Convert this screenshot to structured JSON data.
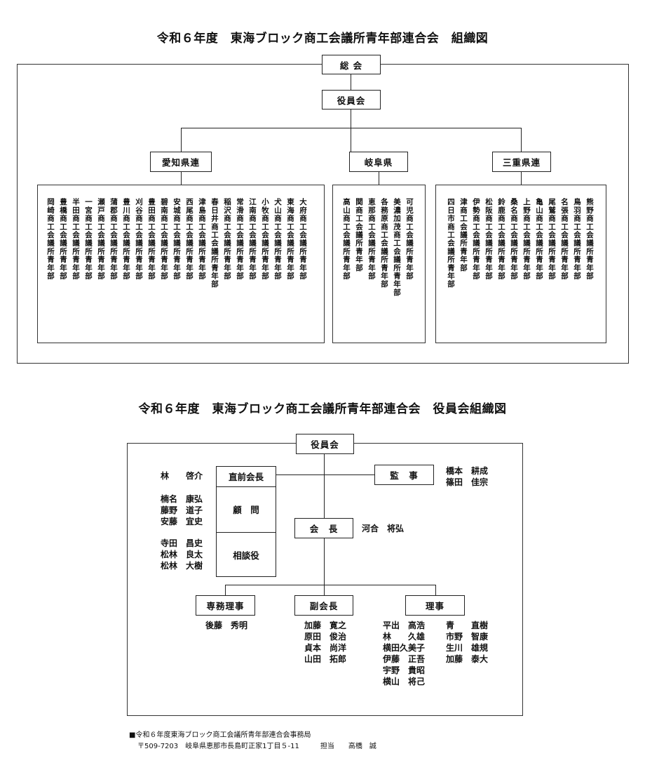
{
  "org_title": "令和６年度　東海ブロック商工会議所青年部連合会　組織図",
  "org": {
    "general_assembly": "総 会",
    "board": "役員会",
    "aichi": {
      "label": "愛知県連",
      "members": [
        "大府商工会議所青年部",
        "東海商工会議所青年部",
        "犬山商工会議所青年部",
        "小牧商工会議所青年部",
        "江南商工会議所青年部",
        "常滑商工会議所青年部",
        "稲沢商工会議所青年部",
        "春日井商工会議所青年部",
        "津島商工会議所青年部",
        "西尾商工会議所青年部",
        "安城商工会議所青年部",
        "碧南商工会議所青年部",
        "豊田商工会議所青年部",
        "刈谷商工会議所青年部",
        "豊川商工会議所青年部",
        "蒲郡商工会議所青年部",
        "瀬戸商工会議所青年部",
        "一宮商工会議所青年部",
        "半田商工会議所青年部",
        "豊橋商工会議所青年部",
        "岡崎商工会議所青年部"
      ]
    },
    "gifu": {
      "label": "岐阜県",
      "members": [
        "可児商工会議所青年部",
        "美濃加茂商工会議所青年部",
        "各務原商工会議所青年部",
        "恵那商工会議所青年部",
        "関商工会議所青年部",
        "高山商工会議所青年部"
      ]
    },
    "mie": {
      "label": "三重県連",
      "members": [
        "熊野商工会議所青年部",
        "鳥羽商工会議所青年部",
        "名張商工会議所青年部",
        "尾鷲商工会議所青年部",
        "亀山商工会議所青年部",
        "上野商工会議所青年部",
        "桑名商工会議所青年部",
        "鈴鹿商工会議所青年部",
        "松阪商工会議所青年部",
        "伊勢商工会議所青年部",
        "津商工会議所青年部",
        "四日市商工会議所青年部"
      ]
    }
  },
  "board_title": "令和６年度　東海ブロック商工会議所青年部連合会　役員会組織図",
  "board": {
    "top": "役員会",
    "immediate_past": {
      "label": "直前会長",
      "names": "林　　啓介"
    },
    "advisor": {
      "label": "顧　問",
      "names": "楠名　康弘\n藤野　道子\n安藤　宜史"
    },
    "counselor": {
      "label": "相談役",
      "names": "寺田　昌史\n松林　良太\n松林　大樹"
    },
    "auditor": {
      "label": "監　事",
      "names": "橋本　耕成\n篠田　佳宗"
    },
    "president": {
      "label": "会　長",
      "names": "河合　将弘"
    },
    "executive_director": {
      "label": "専務理事",
      "names": "後藤　秀明"
    },
    "vice_presidents": {
      "label": "副会長",
      "names": "加藤　寛之\n原田　俊治\n貞本　尚洋\n山田　拓郎"
    },
    "directors": {
      "label": "理事",
      "names_col1": "平出　高浩\n林　　久雄\n横田久美子\n伊藤　正吾\n宇野　貴昭\n横山　将己",
      "names_col2": "青　　直樹\n市野　智康\n生川　雄規\n加藤　泰大"
    }
  },
  "footer": {
    "line1": "■令和６年度東海ブロック商工会議所青年部連合会事務局",
    "line2": "〒509-7203　岐阜県恵那市長島町正家1丁目５-11　　　担当　　高橋　誠"
  }
}
